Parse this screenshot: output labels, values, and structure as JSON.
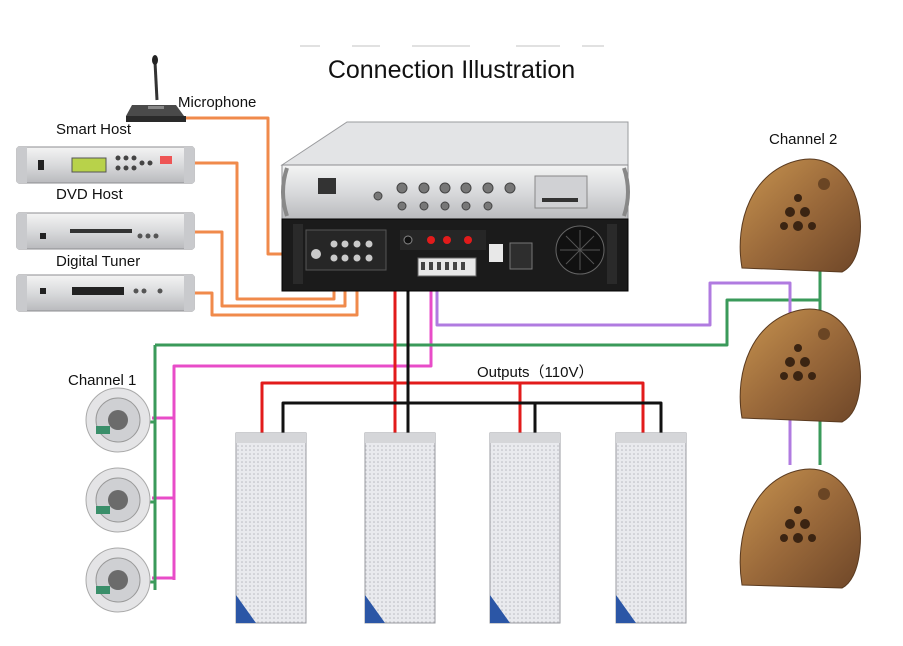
{
  "title": "Connection Illustration",
  "labels": {
    "microphone": "Microphone",
    "smart_host": "Smart Host",
    "dvd_host": "DVD Host",
    "digital_tuner": "Digital Tuner",
    "channel_1": "Channel 1",
    "channel_2": "Channel 2",
    "outputs": "Outputs（110V）"
  },
  "colors": {
    "source_cable": "#f08a4b",
    "channel1_cable": "#e84cc8",
    "channel2_cable": "#b07be0",
    "green_cable": "#3a9a5a",
    "positive_cable": "#e21b1b",
    "negative_cable": "#111111",
    "rock_speaker": "#9a6a3a"
  },
  "icons": {
    "microphone": "microphone-icon",
    "source_unit": "rack-unit-icon",
    "amplifier": "amplifier-icon",
    "ceiling_speaker": "ceiling-speaker-icon",
    "column_speaker": "column-speaker-icon",
    "rock_speaker": "rock-speaker-icon"
  }
}
